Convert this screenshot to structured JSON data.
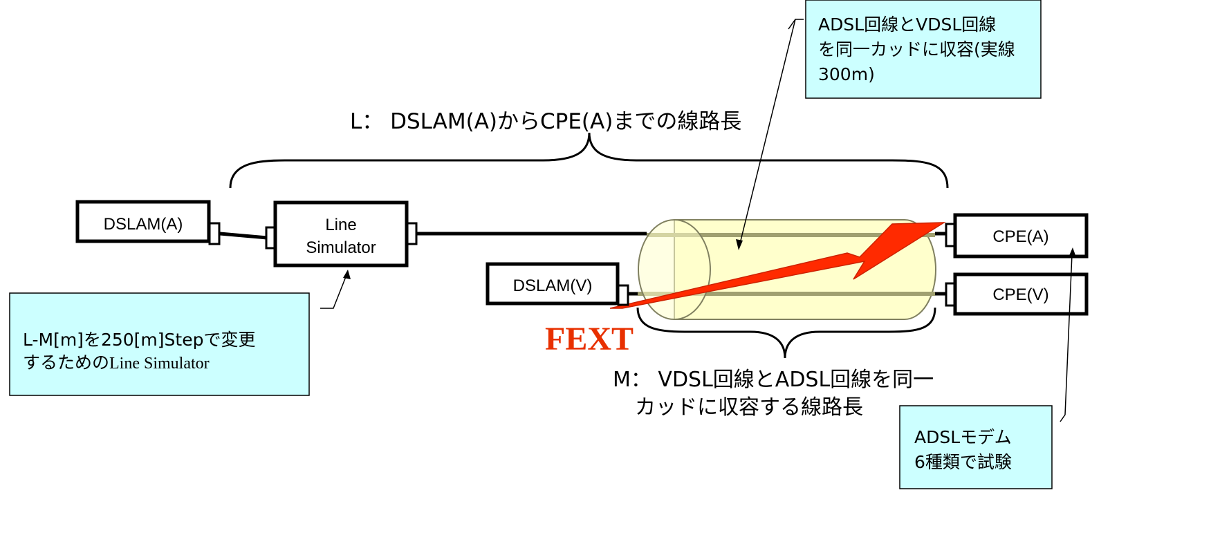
{
  "devices": {
    "dslam_a": "DSLAM(A)",
    "line_simulator_line1": "Line",
    "line_simulator_line2": "Simulator",
    "dslam_v": "DSLAM(V)",
    "cpe_a": "CPE(A)",
    "cpe_v": "CPE(V)"
  },
  "labels": {
    "l_length": "L： DSLAM(A)からCPE(A)までの線路長",
    "m_length_line1": "M： VDSL回線とADSL回線を同一",
    "m_length_line2": "カッドに収容する線路長",
    "fext": "FEXT"
  },
  "callouts": {
    "same_quad_line1": "ADSL回線とVDSL回線",
    "same_quad_line2": "を同一カッドに収容(実線",
    "same_quad_line3": "300m)",
    "simulator_step_line1": "L-M[m]を250[m]Stepで変更",
    "simulator_step_line2a": "するための",
    "simulator_step_line2b": "Line Simulator",
    "modem_line1": "ADSLモデム",
    "modem_line2": "6種類で試験"
  },
  "colors": {
    "callout_fill": "#CCFFFF",
    "cable_fill": "#FFFFCC",
    "cable_inner_line": "#A0A070",
    "fext_arrow": "#FF2A00",
    "fext_text": "#E83000"
  }
}
